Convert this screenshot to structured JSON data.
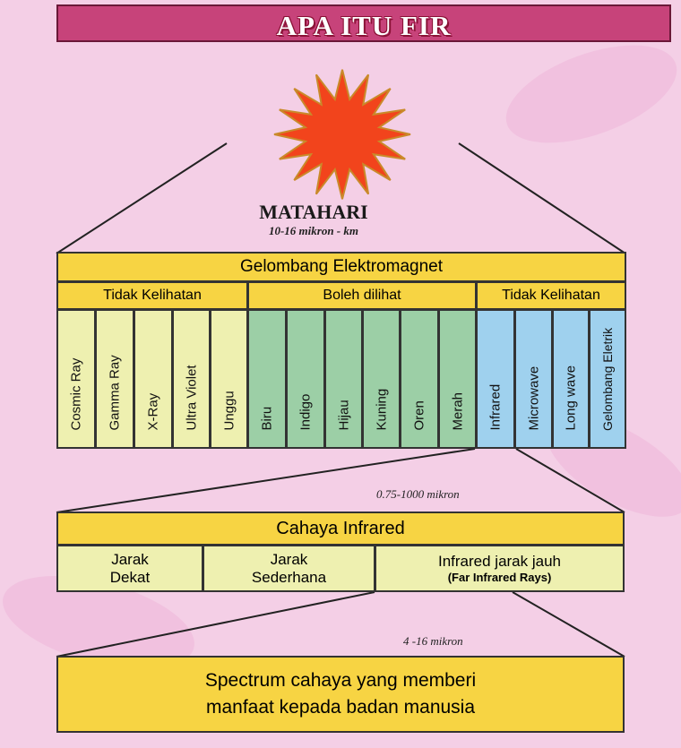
{
  "title": "APA ITU FIR",
  "sun": {
    "label": "MATAHARI",
    "range": "10-16 mikron - km"
  },
  "spectrum": {
    "header": "Gelombang Elektromagnet",
    "groups": [
      {
        "label": "Tidak Kelihatan",
        "items": [
          "Cosmic Ray",
          "Gamma Ray",
          "X-Ray",
          "Ultra Violet",
          "Unggu"
        ]
      },
      {
        "label": "Boleh dilihat",
        "items": [
          "Biru",
          "Indigo",
          "Hijau",
          "Kuning",
          "Oren",
          "Merah"
        ]
      },
      {
        "label": "Tidak Kelihatan",
        "items": [
          "Infrared",
          "Microwave",
          "Long wave",
          "Gelombang Eletrik"
        ]
      }
    ]
  },
  "infrared_range": "0.75-1000 mikron",
  "infrared": {
    "header": "Cahaya Infrared",
    "cells": [
      {
        "line1": "Jarak",
        "line2": "Dekat"
      },
      {
        "line1": "Jarak",
        "line2": "Sederhana"
      },
      {
        "line1": "Infrared jarak jauh",
        "line2": "(Far Infrared Rays)"
      }
    ]
  },
  "far_range": "4 -16 mikron",
  "summary": {
    "line1": "Spectrum cahaya yang memberi",
    "line2": "manfaat kepada badan manusia"
  }
}
